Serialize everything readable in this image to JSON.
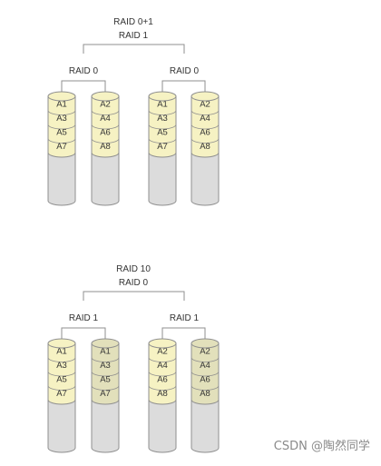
{
  "colors": {
    "line": "#8f8f8f",
    "disk_top": "#e8e8e8",
    "disk_body": "#dcdcdc",
    "stripe_yellow": "#f6f2c3",
    "stripe_olive": "#e2e0bb",
    "text": "#333333",
    "watermark": "#8a8a8a"
  },
  "diagrams": [
    {
      "title_top": "RAID 0+1",
      "title_sub": "RAID 1",
      "groups": [
        {
          "label": "RAID 0",
          "disks": [
            {
              "shade": "yellow",
              "blocks": [
                "A1",
                "A3",
                "A5",
                "A7"
              ]
            },
            {
              "shade": "yellow",
              "blocks": [
                "A2",
                "A4",
                "A6",
                "A8"
              ]
            }
          ]
        },
        {
          "label": "RAID 0",
          "disks": [
            {
              "shade": "yellow",
              "blocks": [
                "A1",
                "A3",
                "A5",
                "A7"
              ]
            },
            {
              "shade": "yellow",
              "blocks": [
                "A2",
                "A4",
                "A6",
                "A8"
              ]
            }
          ]
        }
      ]
    },
    {
      "title_top": "RAID 10",
      "title_sub": "RAID 0",
      "groups": [
        {
          "label": "RAID 1",
          "disks": [
            {
              "shade": "yellow",
              "blocks": [
                "A1",
                "A3",
                "A5",
                "A7"
              ]
            },
            {
              "shade": "olive",
              "blocks": [
                "A1",
                "A3",
                "A5",
                "A7"
              ]
            }
          ]
        },
        {
          "label": "RAID 1",
          "disks": [
            {
              "shade": "yellow",
              "blocks": [
                "A2",
                "A4",
                "A6",
                "A8"
              ]
            },
            {
              "shade": "olive",
              "blocks": [
                "A2",
                "A4",
                "A6",
                "A8"
              ]
            }
          ]
        }
      ]
    }
  ],
  "watermark": "CSDN @陶然同学"
}
